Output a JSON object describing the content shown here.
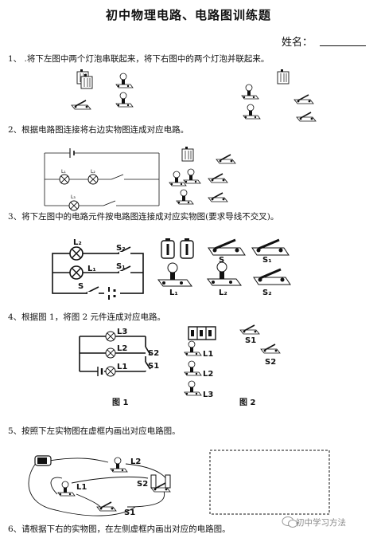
{
  "header": {
    "title": "初中物理电路、电路图训练题",
    "name_label": "姓名："
  },
  "questions": [
    {
      "number": "1",
      "text": "1、 .将下左图中两个灯泡串联起来，将下右图中的两个灯泡并联起来。"
    },
    {
      "number": "2",
      "text": "2、根据电路图连接将右边实物图连成对应电路。"
    },
    {
      "number": "3",
      "text": "3、将下左图中的电路元件按电路图连接成对应实物图(要求导线不交叉)。"
    },
    {
      "number": "4",
      "text": "4、根据图 1，将图 2 元件连成对应电路。"
    },
    {
      "number": "5",
      "text": "5、按照下左实物图在虚框内画出对应电路图。"
    },
    {
      "number": "6",
      "text": "6、请根据下右的实物图，在左侧虚框内画出对应的电路图。"
    }
  ],
  "q2_labels": {
    "l1": "L₁",
    "l2": "L₂",
    "l3": "L₃"
  },
  "q3_diagram_labels": {
    "l2": "L₂",
    "l1": "L₁",
    "s2": "S₂",
    "s1": "S₁",
    "s": "S"
  },
  "q3_real_labels": {
    "s": "S",
    "s1": "S₁",
    "l1": "L₁",
    "l2": "L₂",
    "s2": "S₂"
  },
  "q4_diagram_labels": {
    "l3": "L3",
    "l2": "L2",
    "l1": "L1",
    "s2": "S2",
    "s1": "S1",
    "caption": "图 1"
  },
  "q4_real_labels": {
    "s1": "S1",
    "s2": "S2",
    "l1": "L1",
    "l2": "L2",
    "l3": "L3",
    "caption": "图 2"
  },
  "q5_real_labels": {
    "l2": "L2",
    "l1": "L1",
    "s2": "S2",
    "s1": "S1"
  },
  "watermark": "初中学习方法",
  "icons": [
    "battery-icon",
    "bulb-icon",
    "switch-icon",
    "wechat-icon"
  ]
}
